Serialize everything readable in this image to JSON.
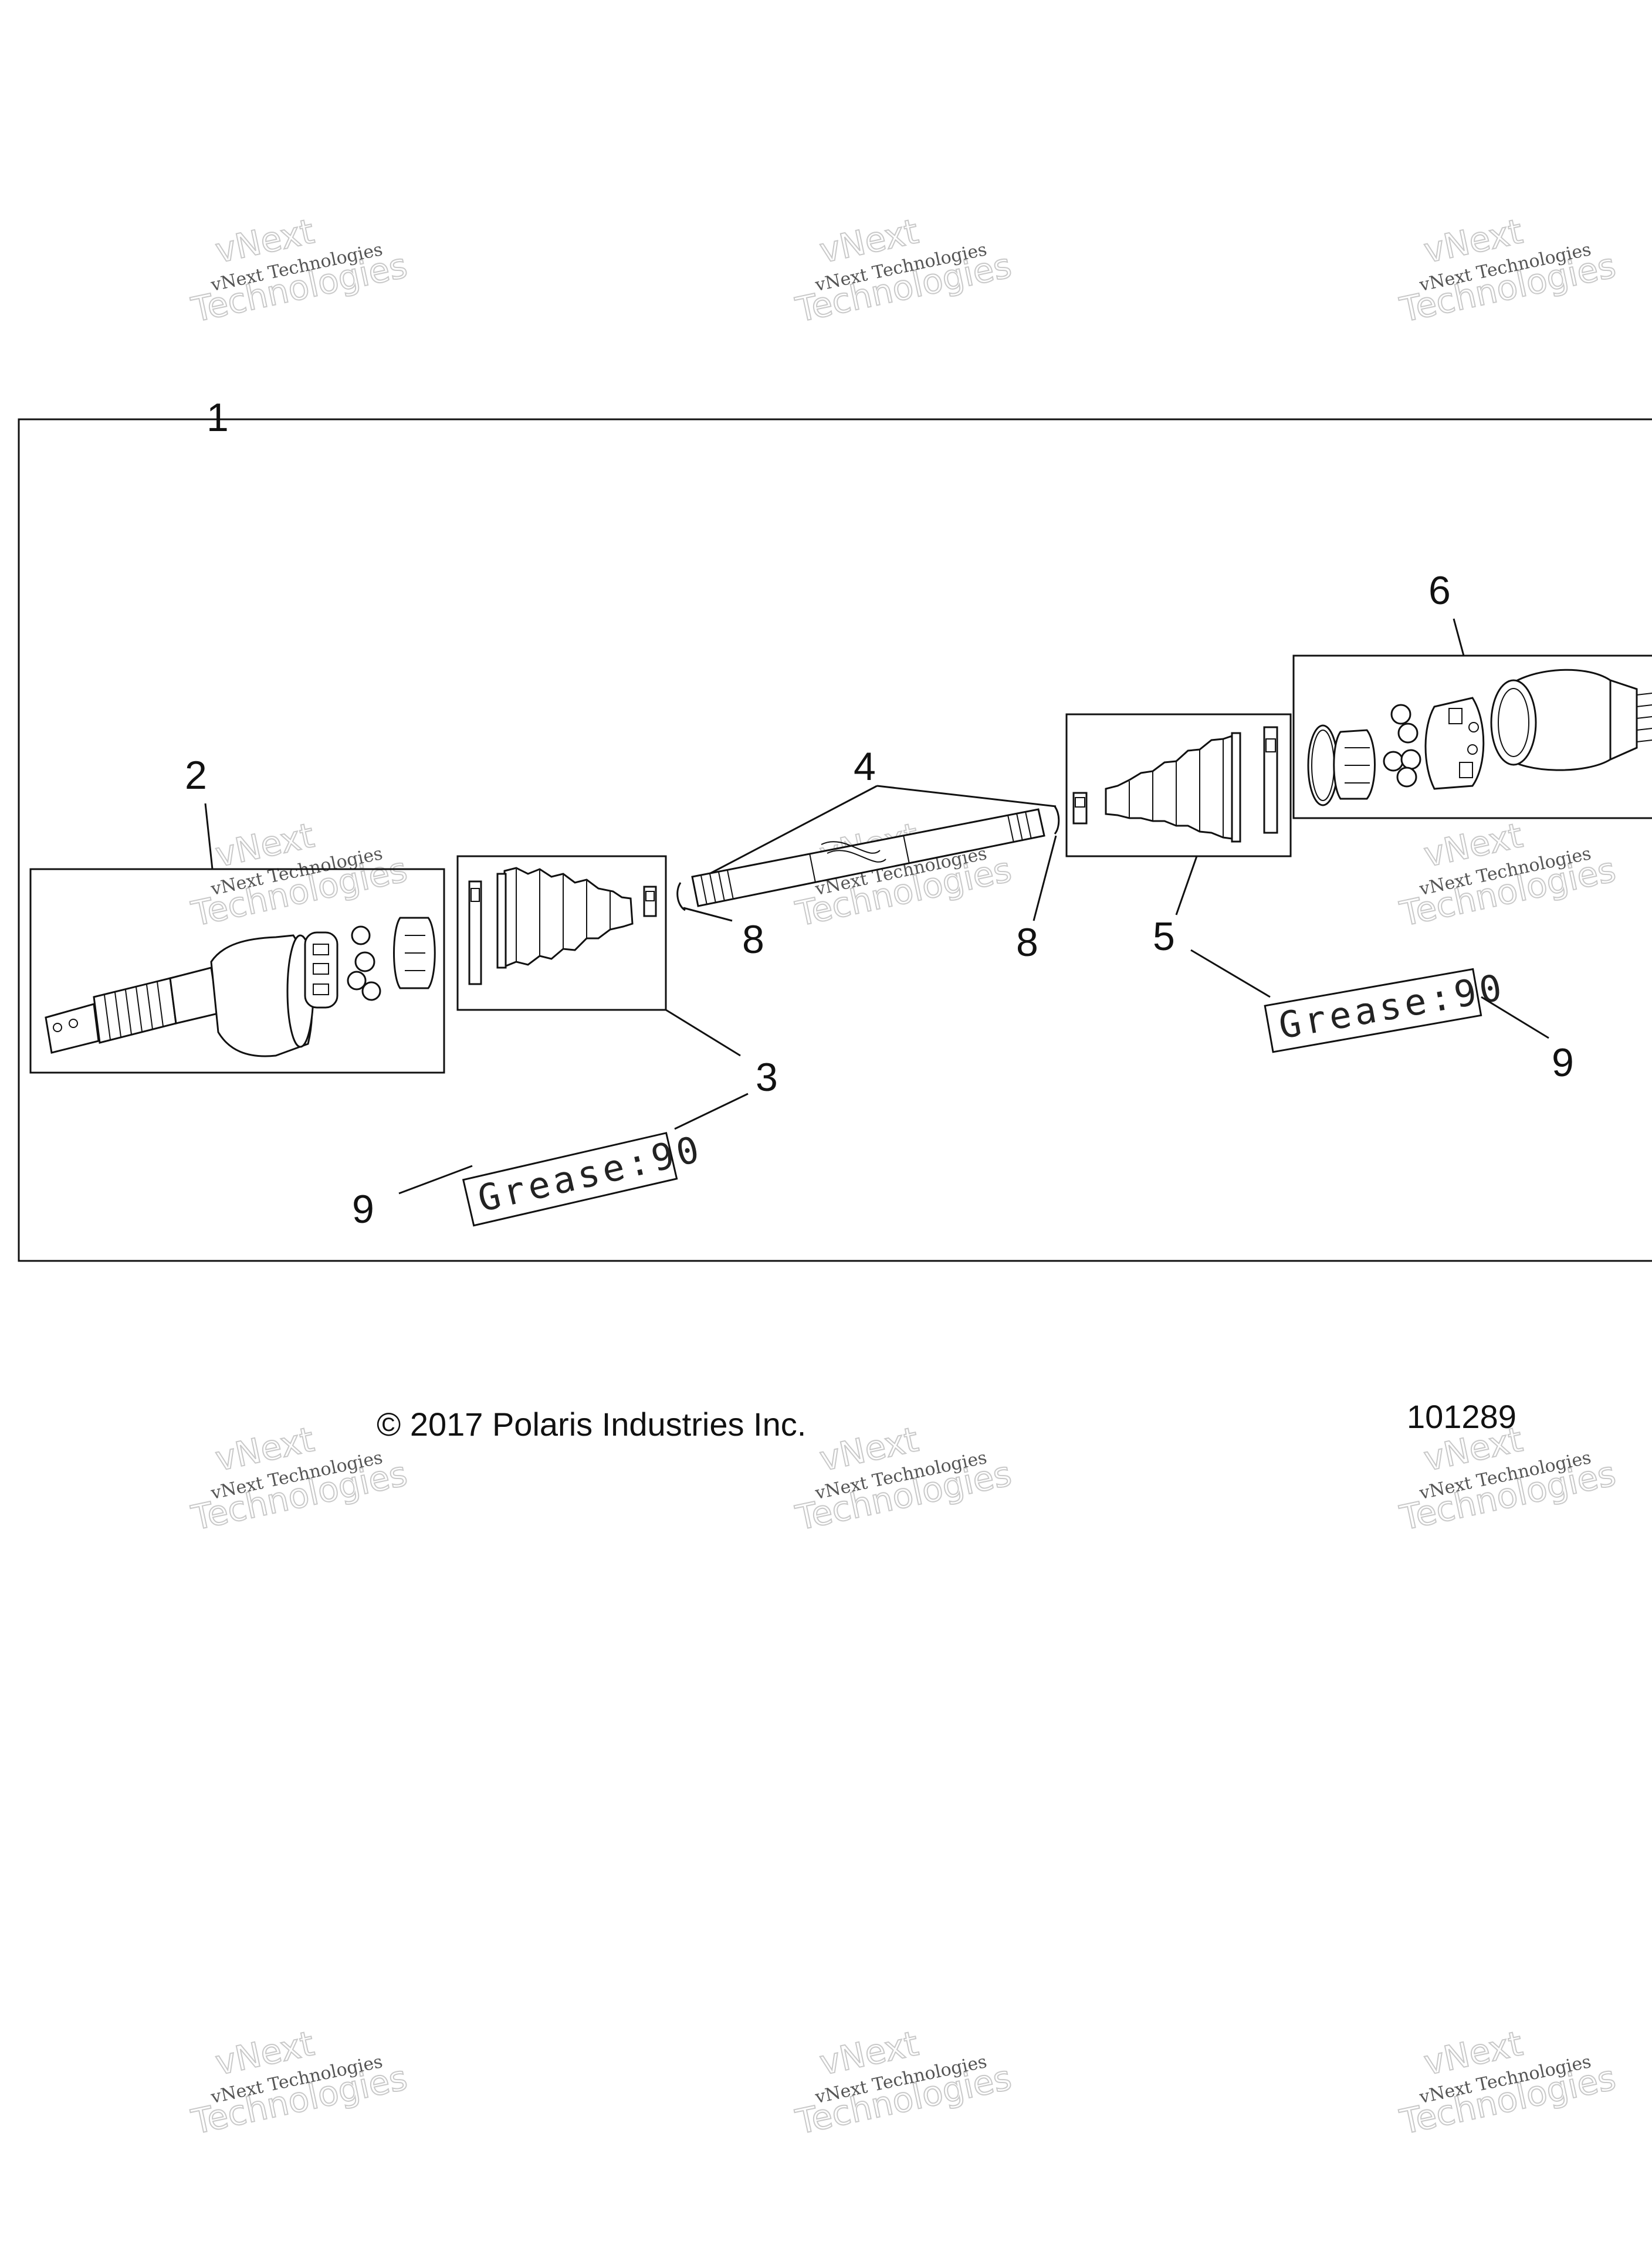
{
  "callouts": {
    "c1": "1",
    "c2": "2",
    "c3": "3",
    "c4": "4",
    "c5": "5",
    "c6": "6",
    "c8a": "8",
    "c8b": "8",
    "c9a": "9",
    "c9b": "9"
  },
  "labels": {
    "grease_left": "Grease:90",
    "grease_right": "Grease:90"
  },
  "footer": {
    "copyright": "© 2017 Polaris Industries Inc.",
    "diagram_number": "101289"
  },
  "watermark": {
    "line1": "vNext Technologies",
    "line2": "Technologies",
    "line3": "vNext"
  },
  "colors": {
    "line": "#111111",
    "watermark": "#c9c9c9"
  }
}
